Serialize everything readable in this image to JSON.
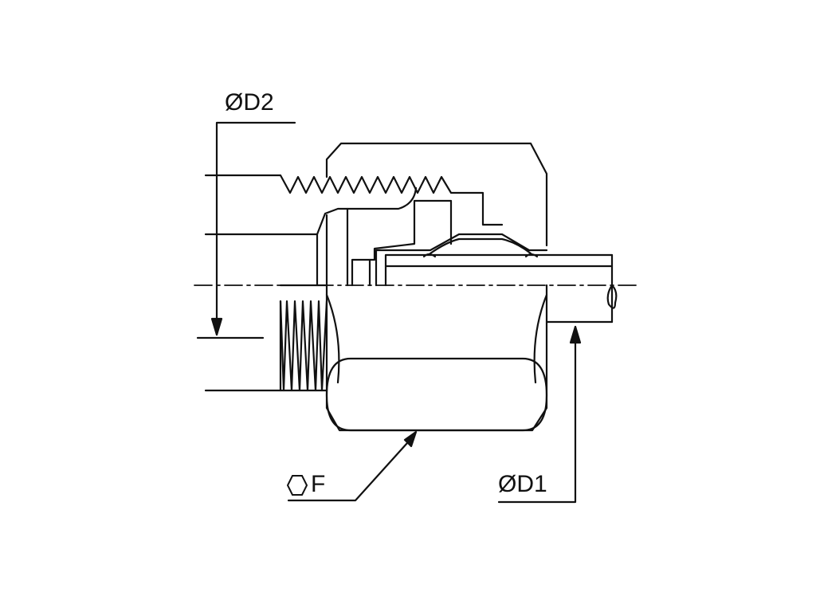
{
  "labels": {
    "d2": "ØD2",
    "f": "F",
    "d1": "ØD1"
  },
  "icons": {
    "hex": "hexagon-icon"
  },
  "colors": {
    "line": "#111111",
    "background": "#ffffff"
  }
}
